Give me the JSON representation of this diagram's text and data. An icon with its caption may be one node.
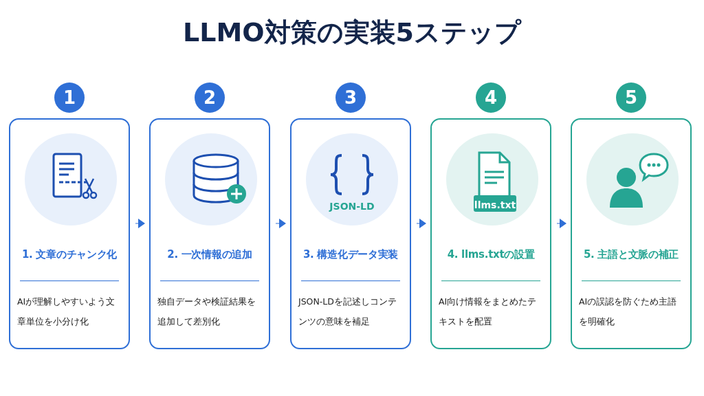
{
  "diagram": {
    "title": "LLMO対策の実装5ステップ",
    "nodes": [
      {
        "text": [
          "1"
        ]
      },
      {
        "text": [
          "2"
        ]
      },
      {
        "text": [
          "3"
        ]
      },
      {
        "text": [
          "4"
        ]
      },
      {
        "text": [
          "5"
        ]
      },
      {
        "text": [
          "1. 文章のチャンク化",
          "AIが理解しやすいよう文章単位を小分け化"
        ]
      },
      {
        "text": [
          "2. 一次情報の追加",
          "独自データや検証結果を追加して差別化"
        ]
      },
      {
        "text": [
          "3. 構造化データ実装",
          "JSON-LDを記述しコンテンツの意味を補足"
        ]
      },
      {
        "text": [
          "4. llms.txtの設置",
          "AI向け情報をまとめたテキストを配置"
        ]
      },
      {
        "text": [
          "5. 主語と文脈の補正",
          "AIの誤認を防ぐため主語を明確化"
        ]
      }
    ],
    "edges": [
      {
        "from": 5,
        "to": 6,
        "arrow": "to"
      },
      {
        "from": 6,
        "to": 7,
        "arrow": "to"
      },
      {
        "from": 7,
        "to": 8,
        "arrow": "to"
      },
      {
        "from": 8,
        "to": 9,
        "arrow": "to"
      }
    ],
    "labels": [
      "JSON-LD",
      "llms.txt"
    ]
  }
}
